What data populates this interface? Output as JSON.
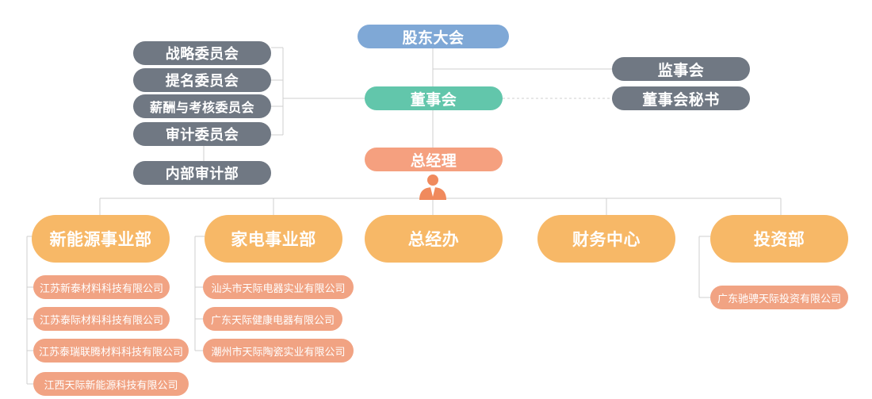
{
  "top": {
    "shareholders": "股东大会",
    "board": "董事会",
    "gm": "总经理"
  },
  "committees": [
    "战略委员会",
    "提名委员会",
    "薪酬与考核委员会",
    "审计委员会"
  ],
  "internal_audit": "内部审计部",
  "right": {
    "supervisory": "监事会",
    "secretary": "董事会秘书"
  },
  "departments": [
    {
      "name": "新能源事业部",
      "subsidiaries": [
        "江苏新泰材料科技有限公司",
        "江苏泰际材料科技有限公司",
        "江苏泰瑞联腾材料科技有限公司",
        "江西天际新能源科技有限公司"
      ]
    },
    {
      "name": "家电事业部",
      "subsidiaries": [
        "汕头市天际电器实业有限公司",
        "广东天际健康电器有限公司",
        "潮州市天际陶瓷实业有限公司"
      ]
    },
    {
      "name": "总经办",
      "subsidiaries": []
    },
    {
      "name": "财务中心",
      "subsidiaries": []
    },
    {
      "name": "投资部",
      "subsidiaries": [
        "广东驰骋天际投资有限公司"
      ]
    }
  ],
  "colors": {
    "shareholders": "#7fa8d6",
    "board": "#62c6ab",
    "gray_boxes": "#707883",
    "gm": "#f5a07f",
    "departments": "#f7b867",
    "subsidiaries": "#f1a383",
    "connector": "#cfcfcf"
  },
  "icons": {
    "gm_marker": "person-icon"
  }
}
